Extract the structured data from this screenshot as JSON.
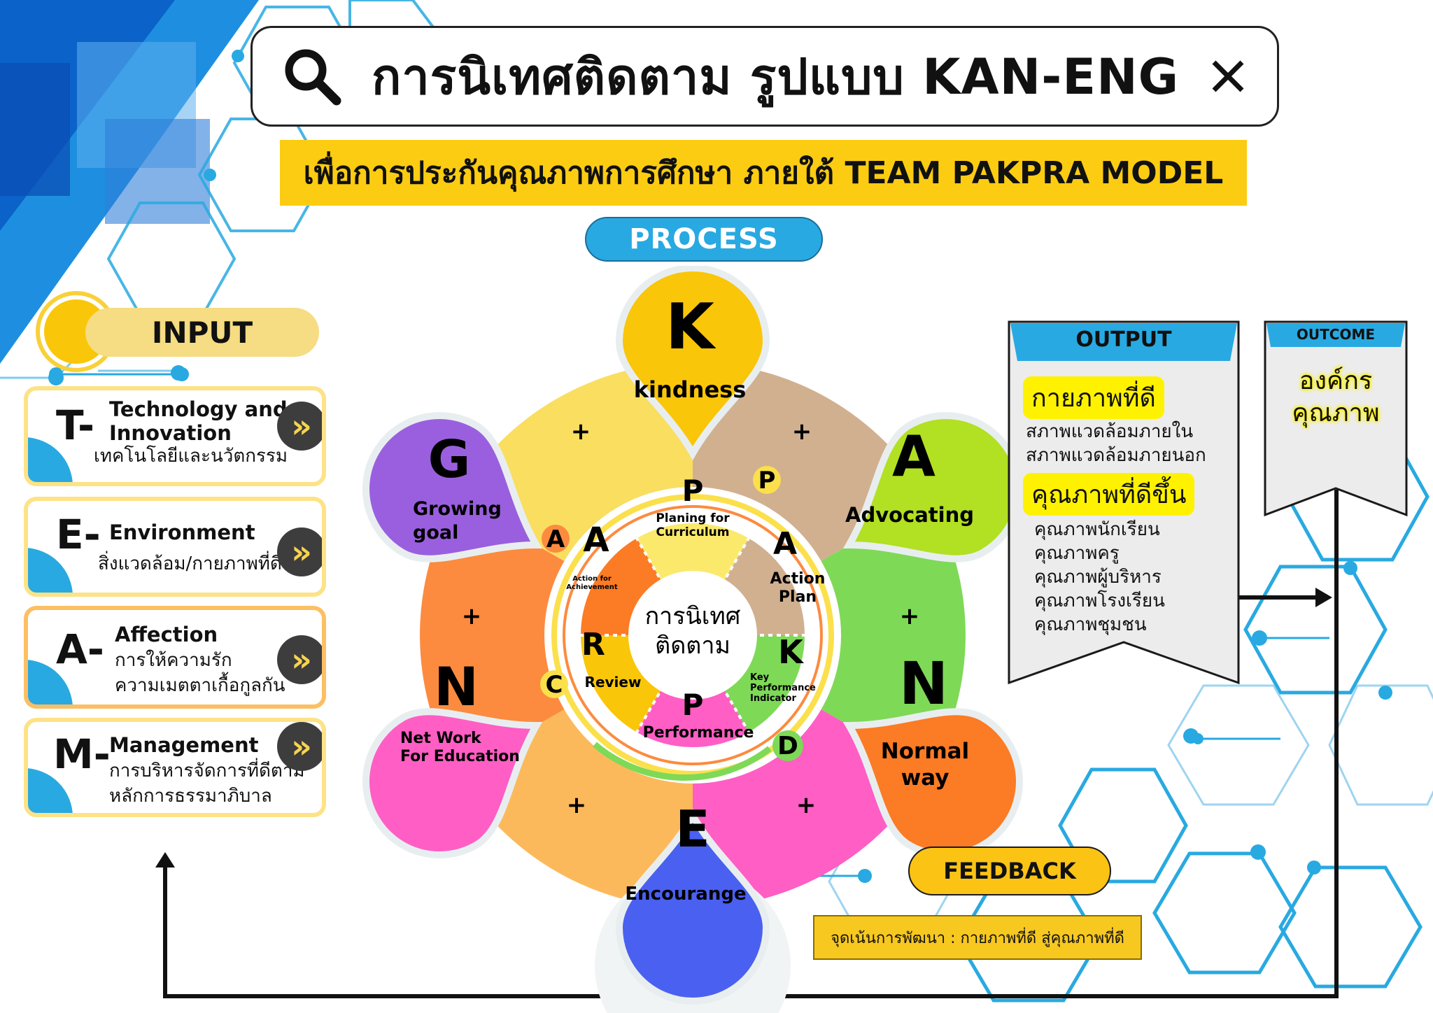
{
  "header": {
    "search_text": "การนิเทศติดตาม รูปแบบ KAN-ENG",
    "subtitle": "เพื่อการประกันคุณภาพการศึกษา ภายใต้ TEAM PAKPRA  MODEL"
  },
  "process": {
    "label": "PROCESS"
  },
  "input": {
    "label": "INPUT",
    "items": [
      {
        "letter": "T-",
        "en": "Technology and\nInnovation",
        "th": "เทคโนโลยีและนวัตกรรม"
      },
      {
        "letter": "E-",
        "en": "Environment",
        "th": "สิ่งแวดล้อม/กายภาพที่ดี"
      },
      {
        "letter": "A-",
        "en": "Affection",
        "th": "การให้ความรัก\nความเมตตาเกื้อกูลกัน"
      },
      {
        "letter": "M-",
        "en": "Management",
        "th": "การบริหารจัดการที่ดีตาม\nหลักการธรรมาภิบาล"
      }
    ]
  },
  "flower": {
    "center": "การนิเทศ\nติดตาม",
    "petals": [
      {
        "letter": "K",
        "word": "kindness",
        "color": "#f9c609"
      },
      {
        "letter": "A",
        "word": "Advocating",
        "color": "#b2e022"
      },
      {
        "letter": "N",
        "word": "Normal\nway",
        "color": "#fc7b25"
      },
      {
        "letter": "E",
        "word": "Encourange",
        "color": "#4a60f0"
      },
      {
        "letter": "N",
        "word": "Net Work\nFor Education",
        "color": "#ff5ec4"
      },
      {
        "letter": "G",
        "word": "Growing\ngoal",
        "color": "#9a5fde"
      }
    ],
    "plus": "+",
    "segments": [
      {
        "letter": "P",
        "text": "Planing for\nCurriculum"
      },
      {
        "letter": "A",
        "text": "Action\nPlan"
      },
      {
        "letter": "K",
        "text": "Key\nPerformance\nIndicator"
      },
      {
        "letter": "P",
        "text": "Performance"
      },
      {
        "letter": "R",
        "text": "Review"
      },
      {
        "letter": "A",
        "text": "Action for\nAchievement"
      }
    ],
    "pdca": [
      "P",
      "D",
      "C",
      "A"
    ]
  },
  "output": {
    "title": "OUTPUT",
    "head1": "กายภาพที่ดี",
    "list1": [
      "สภาพแวดล้อมภายใน",
      "สภาพแวดล้อมภายนอก"
    ],
    "head2": "คุณภาพที่ดีขึ้น",
    "list2": [
      "คุณภาพนักเรียน",
      "คุณภาพครู",
      "คุณภาพผู้บริหาร",
      "คุณภาพโรงเรียน",
      "คุณภาพชุมชน"
    ]
  },
  "outcome": {
    "title": "OUTCOME",
    "text": "องค์กร\nคุณภาพ"
  },
  "feedback": {
    "label": "FEEDBACK",
    "note": "จุดเน้นการพัฒนา : กายภาพที่ดี สู่คุณภาพที่ดี"
  },
  "colors": {
    "blue": "#29a9e1",
    "yellow": "#fccc12",
    "dark_blue": "#0c5fc8"
  }
}
